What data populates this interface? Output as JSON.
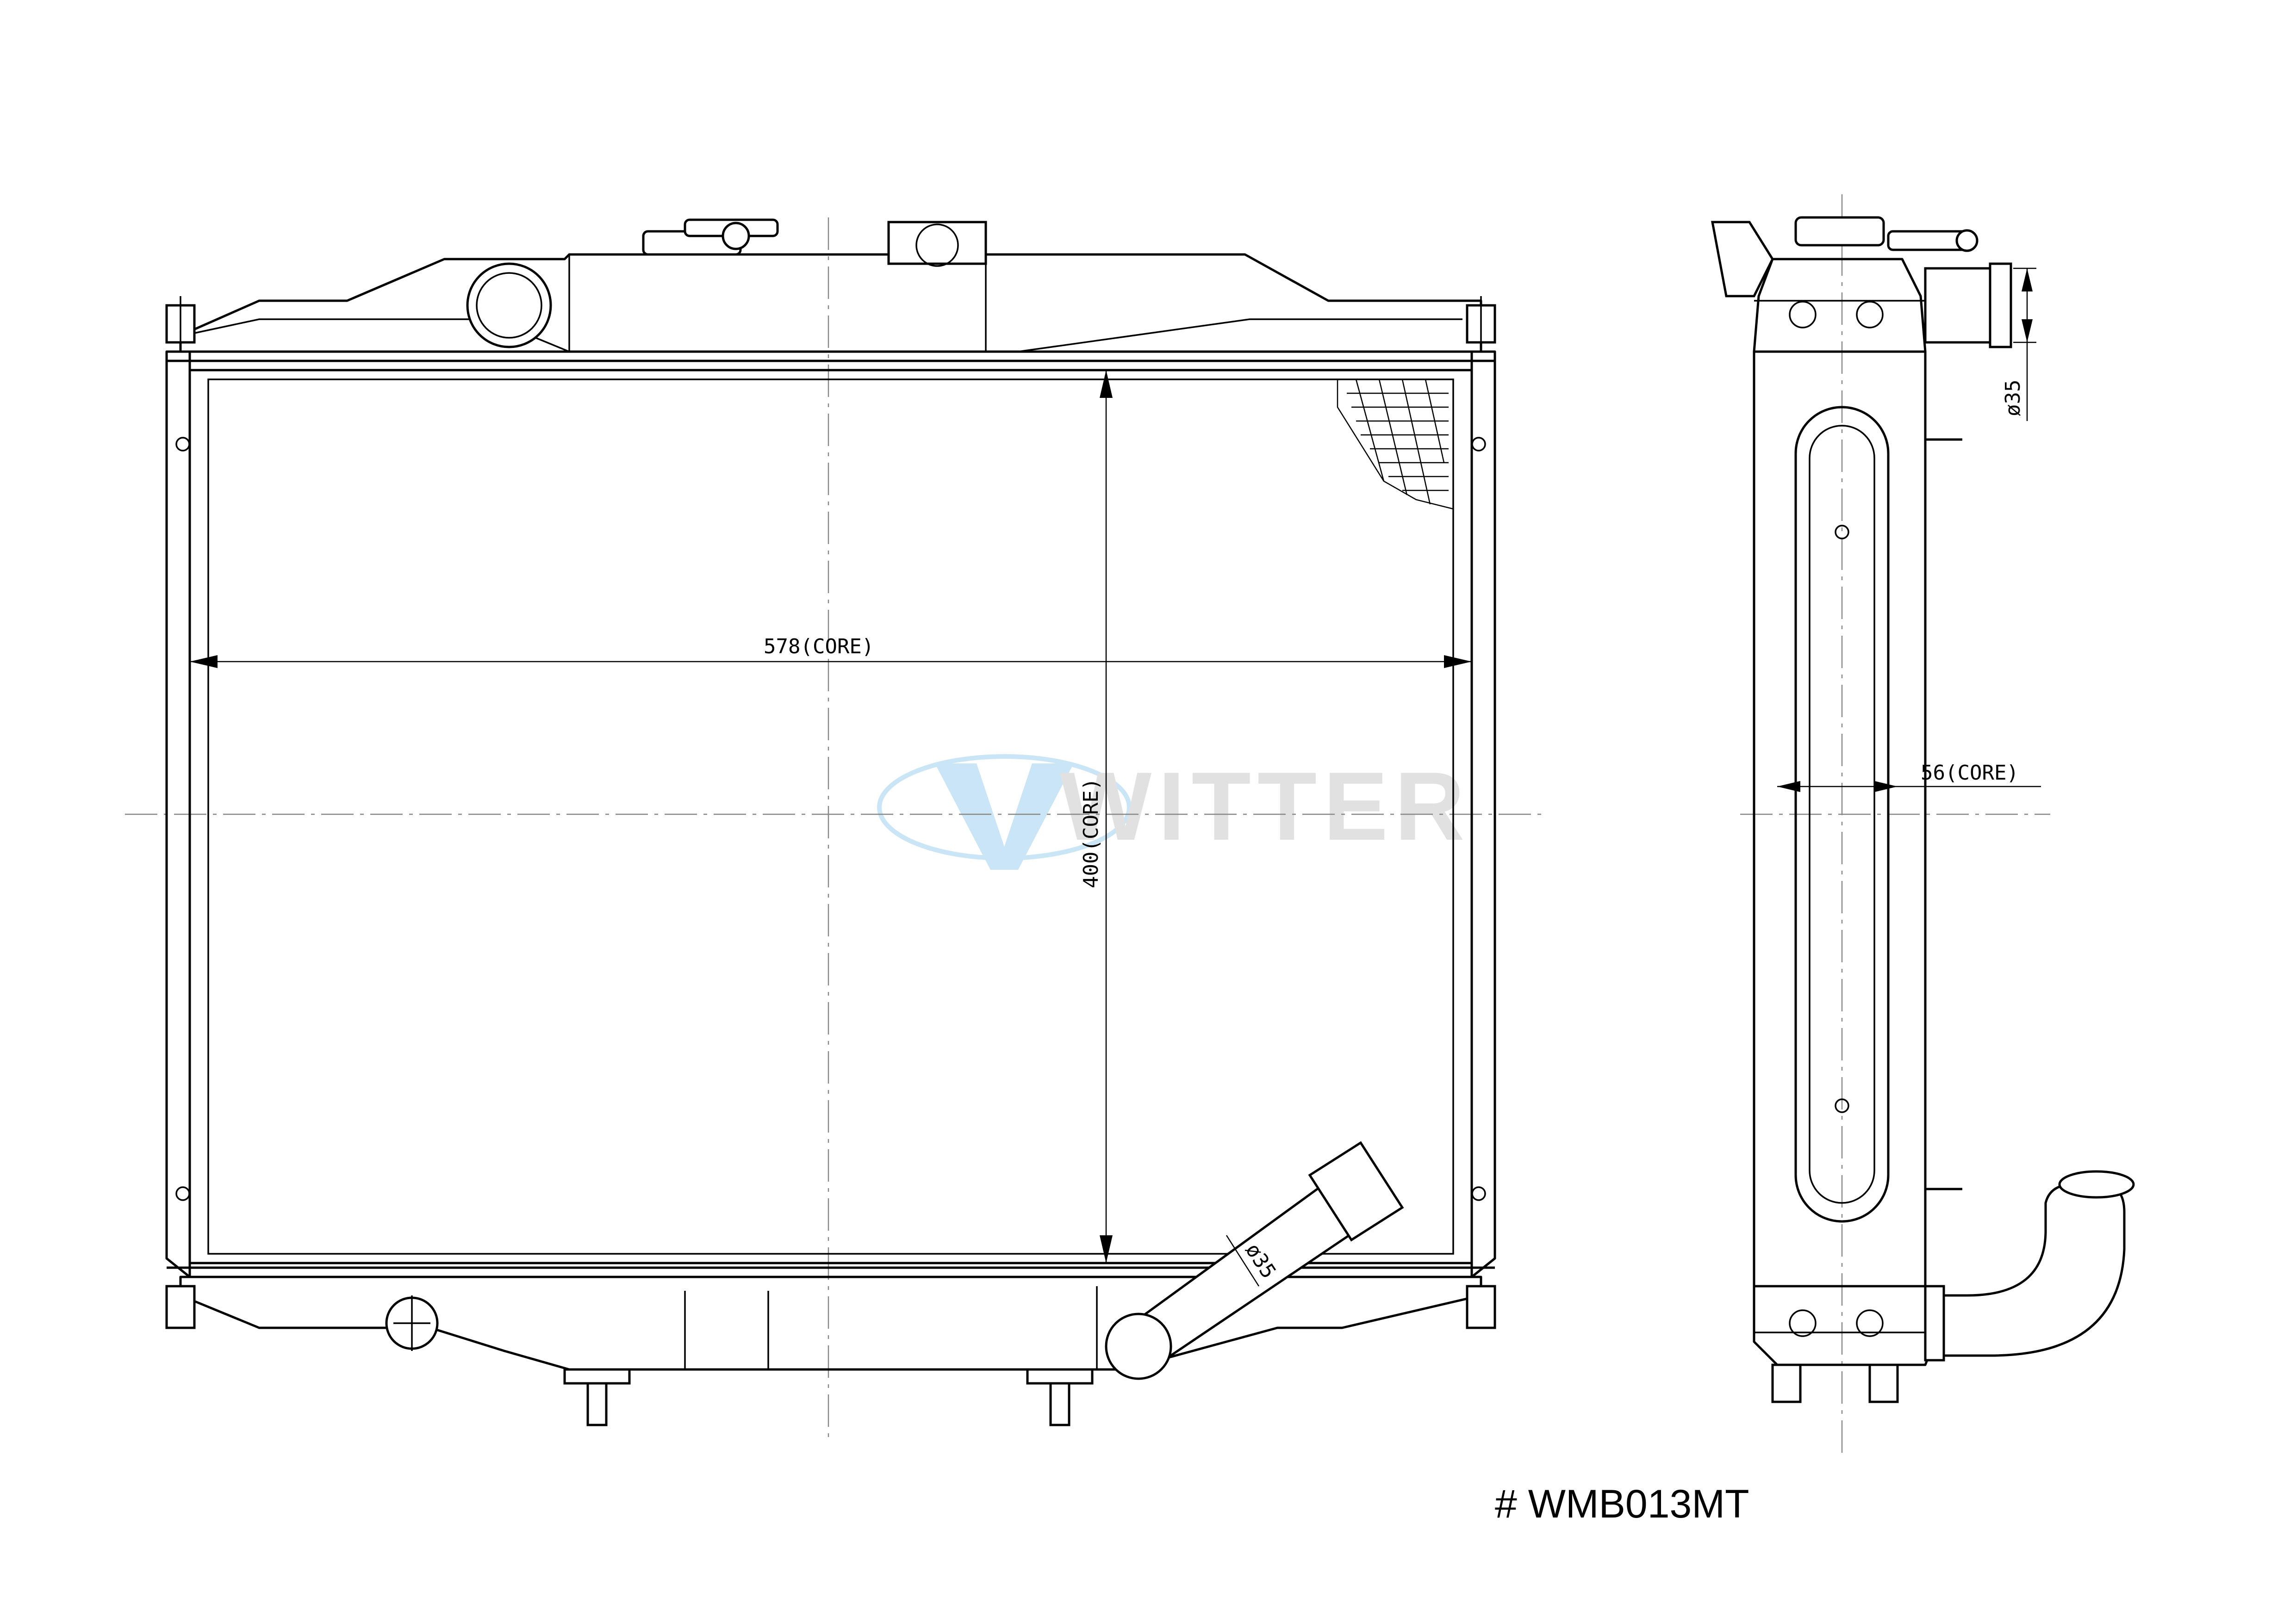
{
  "part_number": "# WMB013MT",
  "watermark": {
    "brand": "WITTER",
    "color": "#c9c9c9",
    "logo_color": "#4aa3df"
  },
  "front_view": {
    "core_width_label": "578(CORE)",
    "core_height_label": "400(CORE)",
    "outlet_label": "ø35"
  },
  "side_view": {
    "core_depth_label": "56(CORE)",
    "inlet_label": "ø35"
  }
}
